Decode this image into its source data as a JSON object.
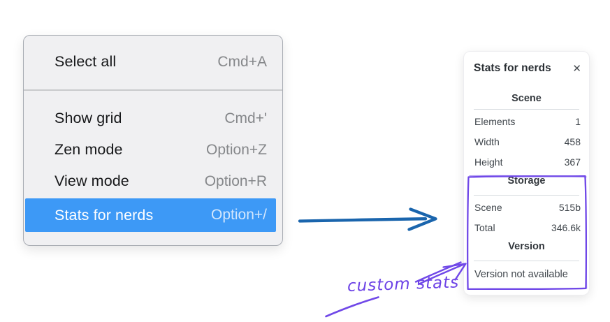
{
  "canvas": {
    "bg": "#ffffff"
  },
  "menu": {
    "highlight_color": "#3d99f6",
    "items": [
      {
        "label": "Select all",
        "shortcut": "Cmd+A"
      },
      {
        "label": "Show grid",
        "shortcut": "Cmd+'"
      },
      {
        "label": "Zen mode",
        "shortcut": "Option+Z"
      },
      {
        "label": "View mode",
        "shortcut": "Option+R"
      },
      {
        "label": "Stats for nerds",
        "shortcut": "Option+/",
        "highlighted": true
      }
    ]
  },
  "panel": {
    "title": "Stats for nerds",
    "close_icon": "✕",
    "sections": [
      {
        "header": "Scene",
        "rows": [
          {
            "label": "Elements",
            "value": "1"
          },
          {
            "label": "Width",
            "value": "458"
          },
          {
            "label": "Height",
            "value": "367"
          }
        ]
      },
      {
        "header": "Storage",
        "rows": [
          {
            "label": "Scene",
            "value": "515b"
          },
          {
            "label": "Total",
            "value": "346.6k"
          }
        ]
      },
      {
        "header": "Version",
        "note": "Version not available"
      }
    ]
  },
  "annotations": {
    "label": "custom stats",
    "purple_color": "#7048e8",
    "blue_arrow_color": "#1a65ad"
  }
}
